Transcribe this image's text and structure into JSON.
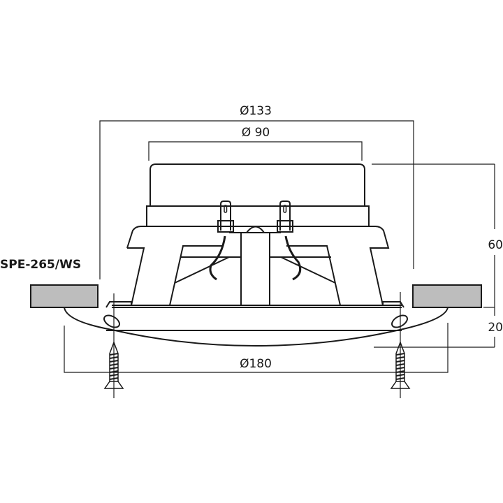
{
  "model_label": "SPE-265/WS",
  "dimensions": {
    "outer_diameter": "Ø133",
    "inner_diameter": "Ø 90",
    "flange_diameter": "Ø180",
    "depth_body": "60",
    "depth_flange": "20"
  },
  "colors": {
    "line": "#1a1a1a",
    "ceiling_fill": "#bdbdbd",
    "background": "#ffffff"
  }
}
